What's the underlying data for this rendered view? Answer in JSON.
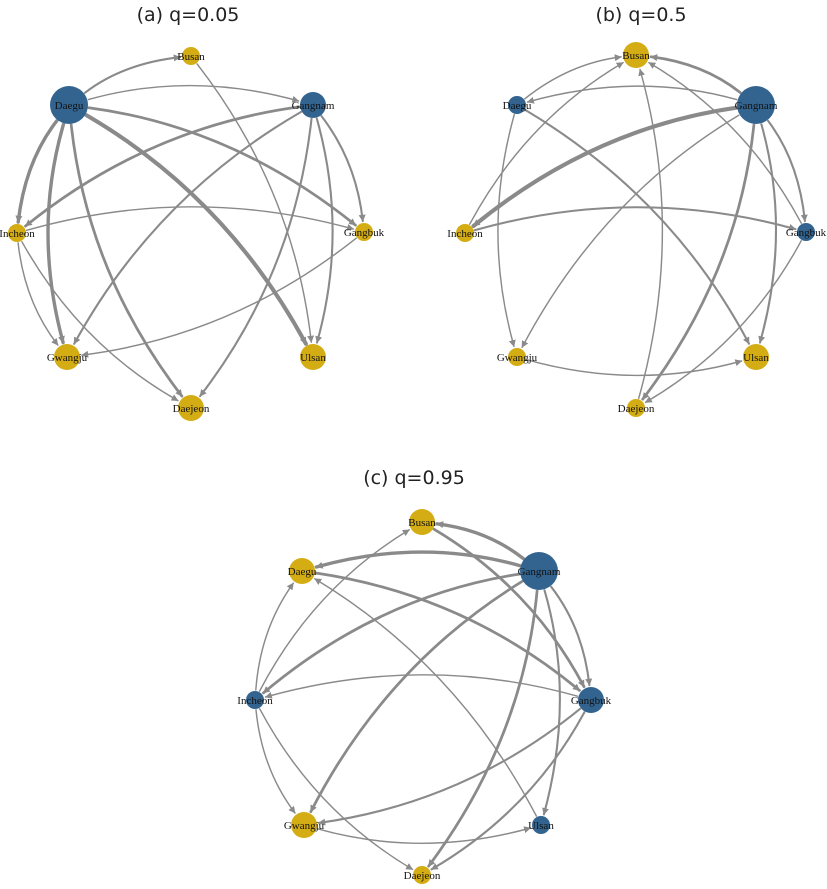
{
  "colors": {
    "blue": "#33648f",
    "yellow": "#d4ad14",
    "edge": "#8a8a8a"
  },
  "panels": [
    {
      "title": "(a) q=0.05",
      "nodes": [
        {
          "id": "Busan",
          "label": "Busan",
          "color": "yellow",
          "size": "small"
        },
        {
          "id": "Daegu",
          "label": "Daegu",
          "color": "blue",
          "size": "large"
        },
        {
          "id": "Gangnam",
          "label": "Gangnam",
          "color": "blue",
          "size": "medium"
        },
        {
          "id": "Incheon",
          "label": "Incheon",
          "color": "yellow",
          "size": "small"
        },
        {
          "id": "Gangbuk",
          "label": "Gangbuk",
          "color": "yellow",
          "size": "small"
        },
        {
          "id": "Gwangju",
          "label": "Gwangju",
          "color": "yellow",
          "size": "medium"
        },
        {
          "id": "Ulsan",
          "label": "Ulsan",
          "color": "yellow",
          "size": "medium"
        },
        {
          "id": "Daejeon",
          "label": "Daejeon",
          "color": "yellow",
          "size": "medium"
        }
      ],
      "edges": [
        {
          "from": "Daegu",
          "to": "Busan",
          "weight": 2
        },
        {
          "from": "Daegu",
          "to": "Gangnam",
          "weight": 1
        },
        {
          "from": "Daegu",
          "to": "Incheon",
          "weight": 4
        },
        {
          "from": "Daegu",
          "to": "Gwangju",
          "weight": 4
        },
        {
          "from": "Daegu",
          "to": "Daejeon",
          "weight": 3
        },
        {
          "from": "Daegu",
          "to": "Ulsan",
          "weight": 5
        },
        {
          "from": "Daegu",
          "to": "Gangbuk",
          "weight": 3
        },
        {
          "from": "Gangnam",
          "to": "Incheon",
          "weight": 3
        },
        {
          "from": "Gangnam",
          "to": "Gwangju",
          "weight": 2
        },
        {
          "from": "Gangnam",
          "to": "Daejeon",
          "weight": 2
        },
        {
          "from": "Gangnam",
          "to": "Ulsan",
          "weight": 2
        },
        {
          "from": "Gangnam",
          "to": "Gangbuk",
          "weight": 2
        },
        {
          "from": "Busan",
          "to": "Ulsan",
          "weight": 1
        },
        {
          "from": "Incheon",
          "to": "Gangbuk",
          "weight": 1
        },
        {
          "from": "Incheon",
          "to": "Gwangju",
          "weight": 1
        },
        {
          "from": "Incheon",
          "to": "Daejeon",
          "weight": 1
        },
        {
          "from": "Gangbuk",
          "to": "Gwangju",
          "weight": 1
        }
      ]
    },
    {
      "title": "(b) q=0.5",
      "nodes": [
        {
          "id": "Busan",
          "label": "Busan",
          "color": "yellow",
          "size": "medium"
        },
        {
          "id": "Daegu",
          "label": "Daegu",
          "color": "blue",
          "size": "small"
        },
        {
          "id": "Gangnam",
          "label": "Gangnam",
          "color": "blue",
          "size": "large"
        },
        {
          "id": "Incheon",
          "label": "Incheon",
          "color": "yellow",
          "size": "small"
        },
        {
          "id": "Gangbuk",
          "label": "Gangbuk",
          "color": "blue",
          "size": "small"
        },
        {
          "id": "Gwangju",
          "label": "Gwangju",
          "color": "yellow",
          "size": "small"
        },
        {
          "id": "Ulsan",
          "label": "Ulsan",
          "color": "yellow",
          "size": "medium"
        },
        {
          "id": "Daejeon",
          "label": "Daejeon",
          "color": "yellow",
          "size": "small"
        }
      ],
      "edges": [
        {
          "from": "Gangnam",
          "to": "Busan",
          "weight": 3
        },
        {
          "from": "Daegu",
          "to": "Busan",
          "weight": 1
        },
        {
          "from": "Gangnam",
          "to": "Daegu",
          "weight": 1
        },
        {
          "from": "Gangnam",
          "to": "Incheon",
          "weight": 5
        },
        {
          "from": "Gangnam",
          "to": "Gangbuk",
          "weight": 2
        },
        {
          "from": "Gangnam",
          "to": "Ulsan",
          "weight": 2
        },
        {
          "from": "Gangnam",
          "to": "Daejeon",
          "weight": 3
        },
        {
          "from": "Gangnam",
          "to": "Gwangju",
          "weight": 1
        },
        {
          "from": "Incheon",
          "to": "Busan",
          "weight": 1
        },
        {
          "from": "Incheon",
          "to": "Gangbuk",
          "weight": 2
        },
        {
          "from": "Daegu",
          "to": "Gwangju",
          "weight": 1
        },
        {
          "from": "Daegu",
          "to": "Ulsan",
          "weight": 2
        },
        {
          "from": "Gangbuk",
          "to": "Busan",
          "weight": 1
        },
        {
          "from": "Gangbuk",
          "to": "Daejeon",
          "weight": 1
        },
        {
          "from": "Daejeon",
          "to": "Busan",
          "weight": 1
        },
        {
          "from": "Gwangju",
          "to": "Ulsan",
          "weight": 1
        }
      ]
    },
    {
      "title": "(c) q=0.95",
      "nodes": [
        {
          "id": "Busan",
          "label": "Busan",
          "color": "yellow",
          "size": "medium"
        },
        {
          "id": "Daegu",
          "label": "Daegu",
          "color": "yellow",
          "size": "medium"
        },
        {
          "id": "Gangnam",
          "label": "Gangnam",
          "color": "blue",
          "size": "large"
        },
        {
          "id": "Incheon",
          "label": "Incheon",
          "color": "blue",
          "size": "small"
        },
        {
          "id": "Gangbuk",
          "label": "Gangbuk",
          "color": "blue",
          "size": "medium"
        },
        {
          "id": "Gwangju",
          "label": "Gwangju",
          "color": "yellow",
          "size": "medium"
        },
        {
          "id": "Ulsan",
          "label": "Ulsan",
          "color": "blue",
          "size": "small"
        },
        {
          "id": "Daejeon",
          "label": "Daejeon",
          "color": "yellow",
          "size": "small"
        }
      ],
      "edges": [
        {
          "from": "Gangnam",
          "to": "Busan",
          "weight": 4
        },
        {
          "from": "Gangnam",
          "to": "Daegu",
          "weight": 4
        },
        {
          "from": "Busan",
          "to": "Gangbuk",
          "weight": 3
        },
        {
          "from": "Daegu",
          "to": "Gangbuk",
          "weight": 3
        },
        {
          "from": "Gangnam",
          "to": "Incheon",
          "weight": 3
        },
        {
          "from": "Gangnam",
          "to": "Gwangju",
          "weight": 3
        },
        {
          "from": "Gangnam",
          "to": "Daejeon",
          "weight": 3
        },
        {
          "from": "Gangnam",
          "to": "Ulsan",
          "weight": 2
        },
        {
          "from": "Gangnam",
          "to": "Gangbuk",
          "weight": 2
        },
        {
          "from": "Incheon",
          "to": "Busan",
          "weight": 1
        },
        {
          "from": "Incheon",
          "to": "Daegu",
          "weight": 1
        },
        {
          "from": "Incheon",
          "to": "Gwangju",
          "weight": 1
        },
        {
          "from": "Incheon",
          "to": "Daejeon",
          "weight": 1
        },
        {
          "from": "Gangbuk",
          "to": "Incheon",
          "weight": 1
        },
        {
          "from": "Gangbuk",
          "to": "Gwangju",
          "weight": 2
        },
        {
          "from": "Gangbuk",
          "to": "Daejeon",
          "weight": 2
        },
        {
          "from": "Gwangju",
          "to": "Ulsan",
          "weight": 1
        },
        {
          "from": "Ulsan",
          "to": "Daegu",
          "weight": 1
        }
      ]
    }
  ]
}
